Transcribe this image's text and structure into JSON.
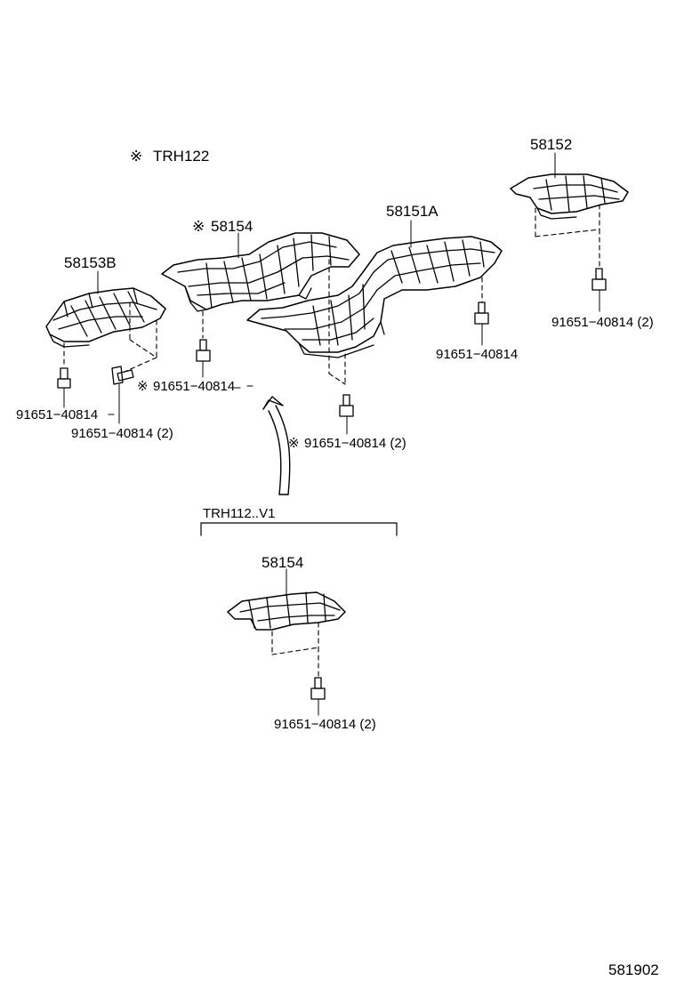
{
  "note_marker": "※",
  "note_model": "TRH122",
  "parts": {
    "p58153b": "58153B",
    "p58154_top": "58154",
    "p58151a": "58151A",
    "p58152": "58152",
    "p58154_bottom": "58154"
  },
  "bolts": {
    "b_left_single": "91651−40814",
    "b_left_pair": "91651−40814 (2)",
    "b_center_mark": "91651−40814",
    "b_center_pair": "91651−40814 (2)",
    "b_mid_right": "91651−40814",
    "b_right_pair": "91651−40814 (2)",
    "b_bottom_pair": "91651−40814 (2)"
  },
  "variant_label": "TRH112..V1",
  "diagram_code": "581902",
  "colors": {
    "ink": "#000000",
    "paper": "#ffffff"
  }
}
